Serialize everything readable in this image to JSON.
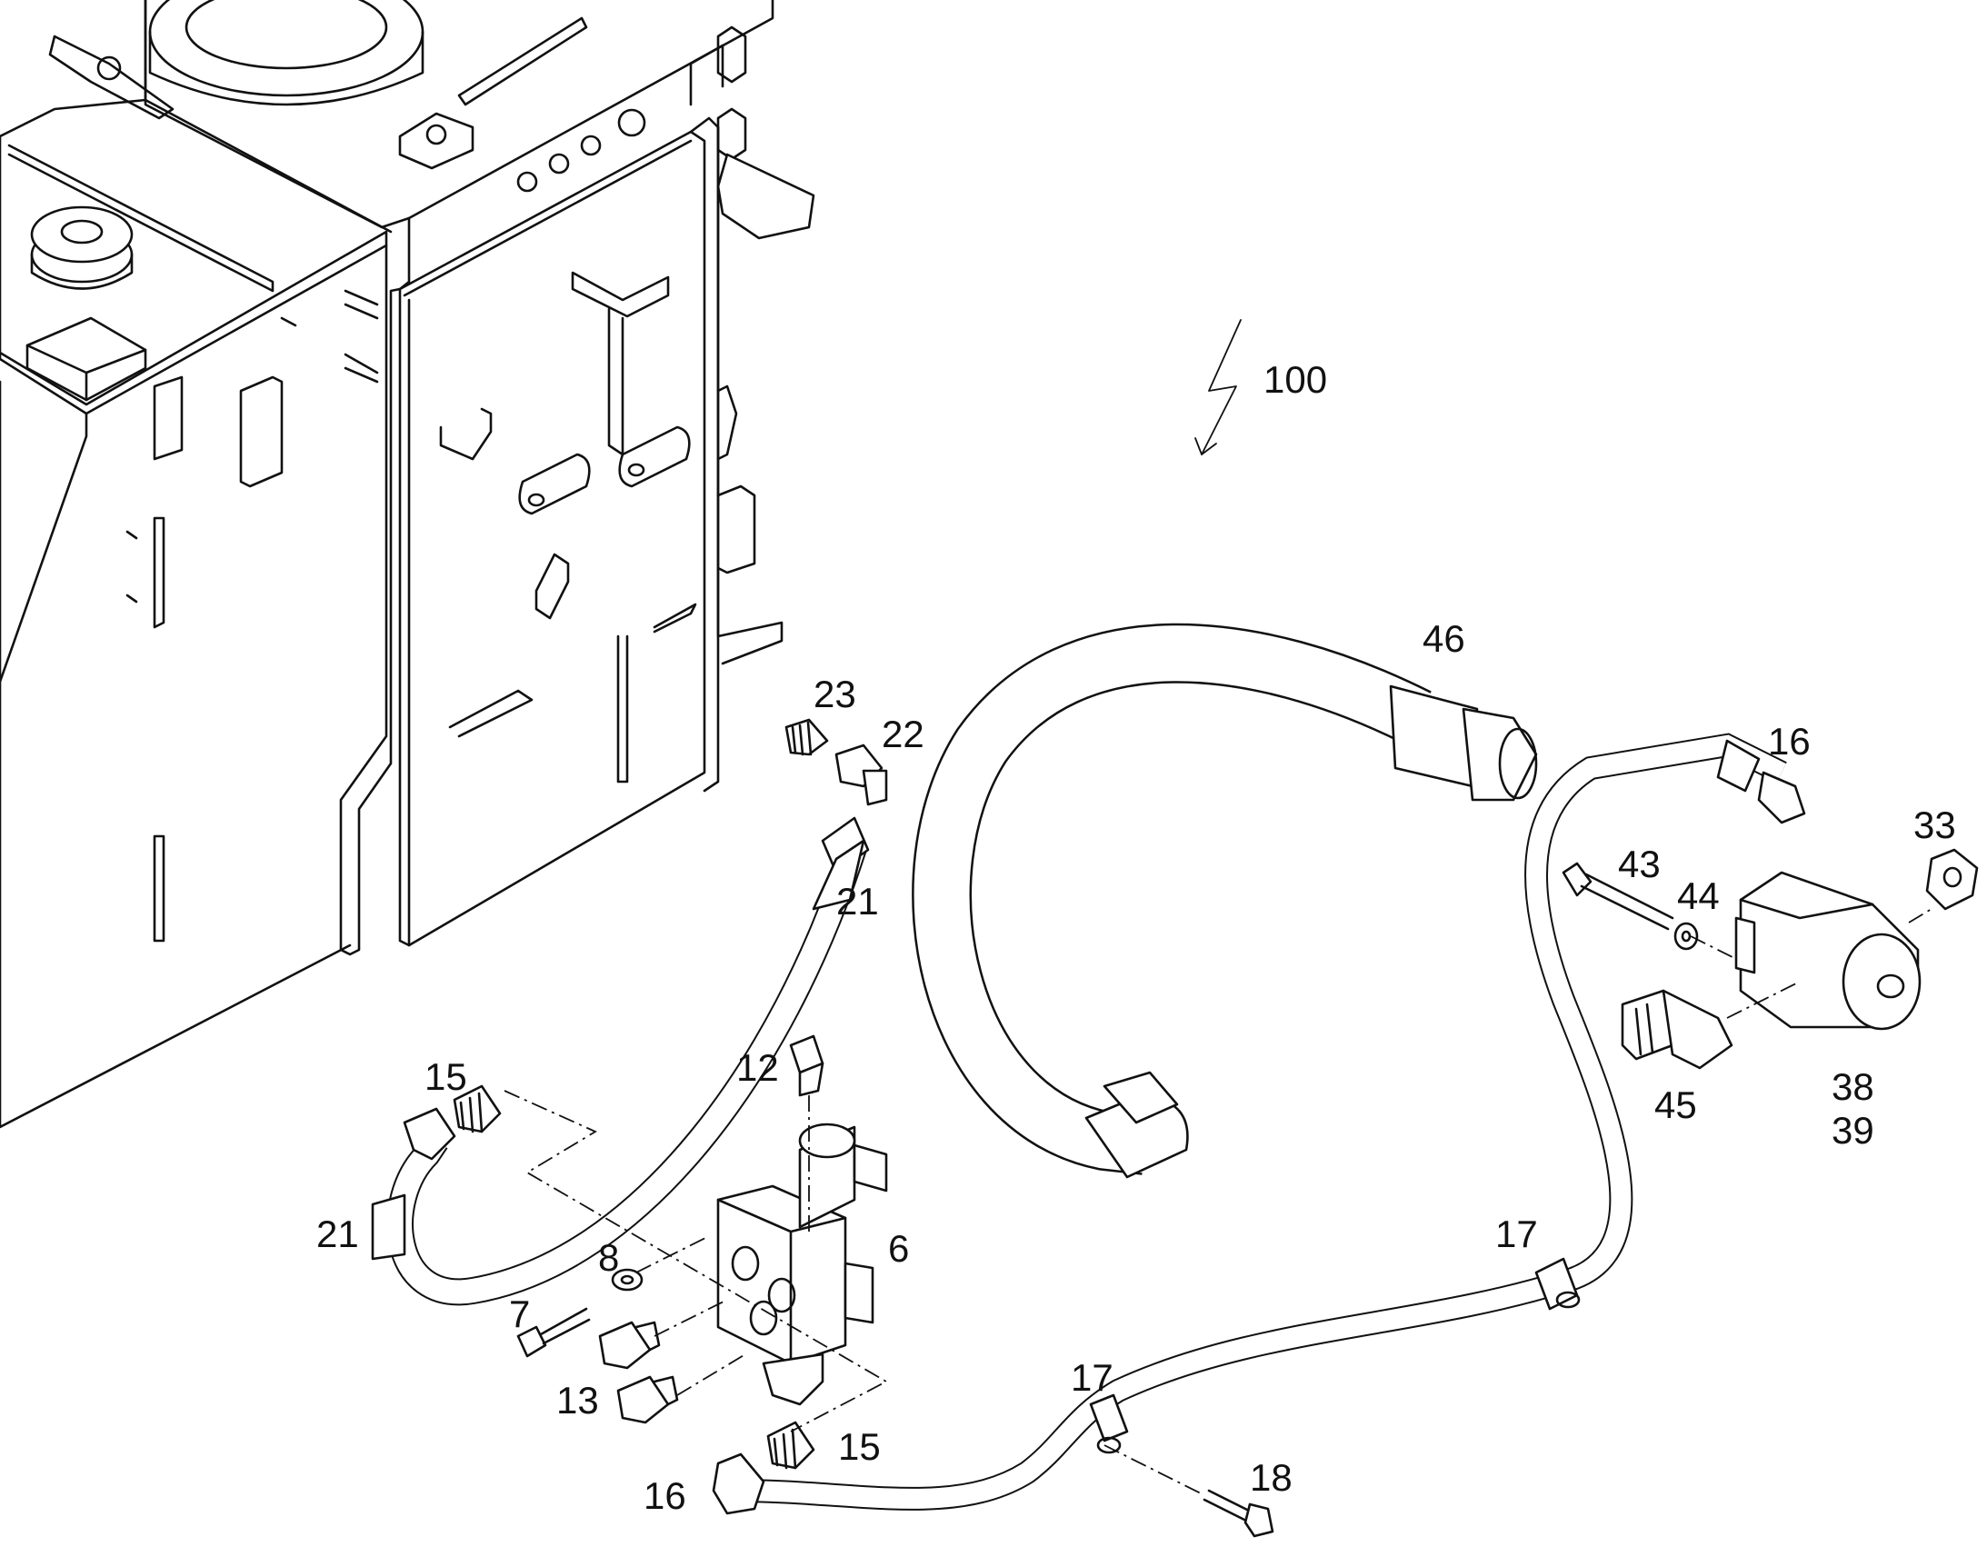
{
  "diagram": {
    "callouts": [
      {
        "id": "c100",
        "text": "100"
      },
      {
        "id": "c46",
        "text": "46"
      },
      {
        "id": "c23",
        "text": "23"
      },
      {
        "id": "c22",
        "text": "22"
      },
      {
        "id": "c21a",
        "text": "21"
      },
      {
        "id": "c21b",
        "text": "21"
      },
      {
        "id": "c15a",
        "text": "15"
      },
      {
        "id": "c15b",
        "text": "15"
      },
      {
        "id": "c12",
        "text": "12"
      },
      {
        "id": "c8",
        "text": "8"
      },
      {
        "id": "c6",
        "text": "6"
      },
      {
        "id": "c7",
        "text": "7"
      },
      {
        "id": "c13",
        "text": "13"
      },
      {
        "id": "c16a",
        "text": "16"
      },
      {
        "id": "c16b",
        "text": "16"
      },
      {
        "id": "c17a",
        "text": "17"
      },
      {
        "id": "c17b",
        "text": "17"
      },
      {
        "id": "c18",
        "text": "18"
      },
      {
        "id": "c43",
        "text": "43"
      },
      {
        "id": "c44",
        "text": "44"
      },
      {
        "id": "c33",
        "text": "33"
      },
      {
        "id": "c45",
        "text": "45"
      },
      {
        "id": "c38",
        "text": "38"
      },
      {
        "id": "c39",
        "text": "39"
      }
    ]
  }
}
